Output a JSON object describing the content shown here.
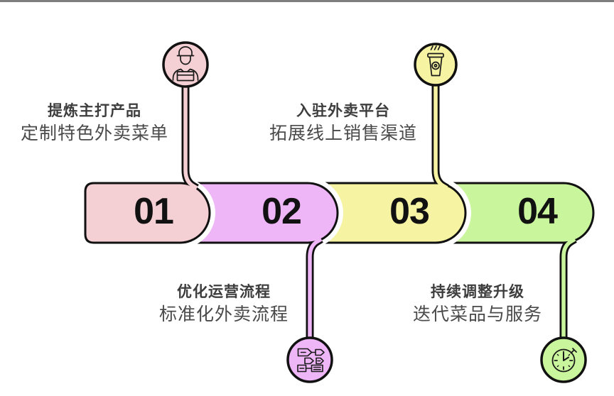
{
  "title_hint": "restaurant-takeout-4-step-process-diagram",
  "colors": {
    "top_bar": "#7e7e7e",
    "background": "#ffffff",
    "outline": "#111111",
    "number_text": "#111111",
    "title_text": "#3d3d3d",
    "subtitle_text": "#4a4a4a",
    "white_gap": "#ffffff"
  },
  "steps": [
    {
      "number": "01",
      "title": "提炼主打产品",
      "subtitle": "定制特色外卖菜单",
      "color": "#f4cfd3",
      "icon": "delivery-person-icon",
      "icon_position": "top",
      "label_position": "top-left"
    },
    {
      "number": "02",
      "title": "优化运营流程",
      "subtitle": "标准化外卖流程",
      "color": "#efb6f7",
      "icon": "workflow-icon",
      "icon_position": "bottom",
      "label_position": "bottom-left"
    },
    {
      "number": "03",
      "title": "入驻外卖平台",
      "subtitle": "拓展线上销售渠道",
      "color": "#f6f3a3",
      "icon": "drink-cup-icon",
      "icon_position": "top",
      "label_position": "top-left"
    },
    {
      "number": "04",
      "title": "持续调整升级",
      "subtitle": "迭代菜品与服务",
      "color": "#c9f59c",
      "icon": "clock-icon",
      "icon_position": "bottom",
      "label_position": "bottom-left"
    }
  ]
}
